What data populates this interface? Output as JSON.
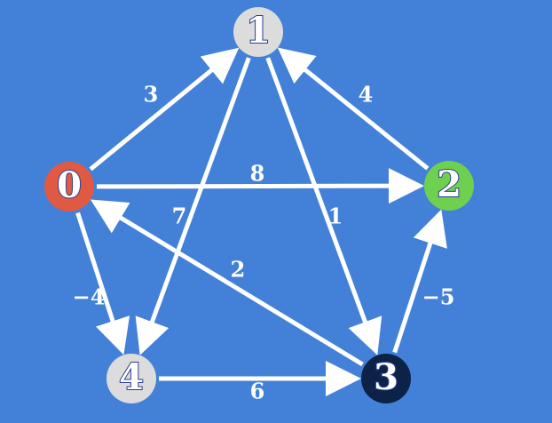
{
  "graph": {
    "background_color": "#4381d8",
    "edge_color": "#ffffff",
    "nodes": [
      {
        "id": "0",
        "label": "0",
        "color": "#e05a43"
      },
      {
        "id": "1",
        "label": "1",
        "color": "#dcdcdc"
      },
      {
        "id": "2",
        "label": "2",
        "color": "#6fcf4f"
      },
      {
        "id": "3",
        "label": "3",
        "color": "#0c2347"
      },
      {
        "id": "4",
        "label": "4",
        "color": "#dcdcdc"
      }
    ],
    "edges": [
      {
        "from": "0",
        "to": "1",
        "weight": "3"
      },
      {
        "from": "0",
        "to": "2",
        "weight": "8"
      },
      {
        "from": "0",
        "to": "4",
        "weight": "−4"
      },
      {
        "from": "1",
        "to": "4",
        "weight": "7"
      },
      {
        "from": "1",
        "to": "3",
        "weight": "1"
      },
      {
        "from": "2",
        "to": "1",
        "weight": "4"
      },
      {
        "from": "3",
        "to": "0",
        "weight": "2"
      },
      {
        "from": "3",
        "to": "2",
        "weight": "−5"
      },
      {
        "from": "4",
        "to": "3",
        "weight": "6"
      }
    ]
  }
}
